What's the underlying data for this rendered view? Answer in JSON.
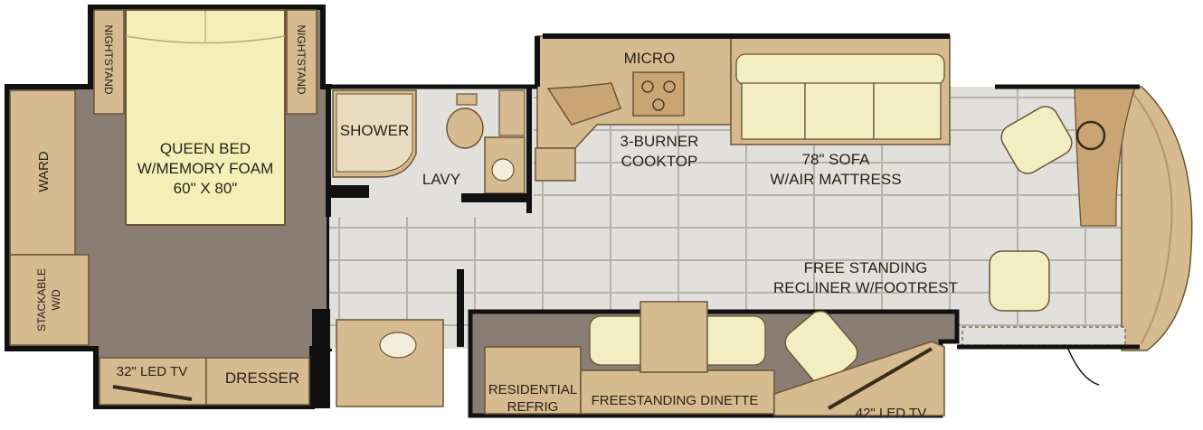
{
  "colors": {
    "wall": "#111111",
    "carpet": "#8a7e74",
    "tile": "#e2e0dc",
    "tile_line": "#b8b3ab",
    "wood": "#d6ba90",
    "wood_dark": "#b99466",
    "bed": "#f3efb7",
    "cushion": "#f2eec2",
    "cab": "#d9b27c"
  },
  "labels": {
    "nightstand_left": "NIGHTSTAND",
    "nightstand_right": "NIGHTSTAND",
    "bed_line1": "QUEEN BED",
    "bed_line2": "W/MEMORY FOAM",
    "bed_line3": "60\" X 80\"",
    "ward": "WARD",
    "stackable": "STACKABLE",
    "wd": "W/D",
    "led32": "32\" LED TV",
    "dresser": "DRESSER",
    "shower": "SHOWER",
    "lavy": "LAVY",
    "micro": "MICRO",
    "cooktop1": "3-BURNER",
    "cooktop2": "COOKTOP",
    "sofa1": "78\" SOFA",
    "sofa2": "W/AIR MATTRESS",
    "recliner1": "FREE STANDING",
    "recliner2": "RECLINER W/FOOTREST",
    "refrig1": "RESIDENTIAL",
    "refrig2": "REFRIG",
    "dinette": "FREESTANDING DINETTE",
    "led42": "42\" LED TV"
  }
}
